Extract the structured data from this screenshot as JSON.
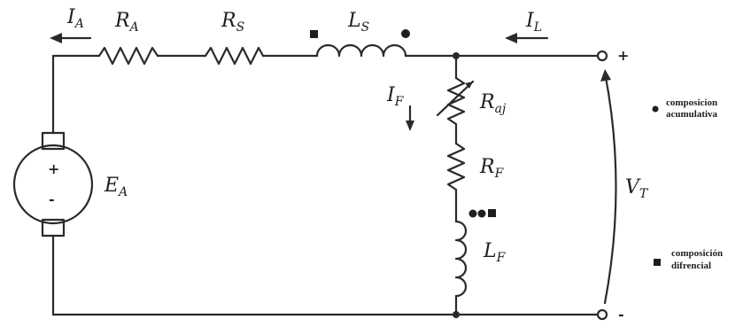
{
  "labels": {
    "ia": "I",
    "ia_sub": "A",
    "ra": "R",
    "ra_sub": "A",
    "rs": "R",
    "rs_sub": "S",
    "ls": "L",
    "ls_sub": "S",
    "il": "I",
    "il_sub": "L",
    "if": "I",
    "if_sub": "F",
    "raj": "R",
    "raj_sub": "aj",
    "rf": "R",
    "rf_sub": "F",
    "lf": "L",
    "lf_sub": "F",
    "ea": "E",
    "ea_sub": "A",
    "vt": "V",
    "vt_sub": "T",
    "plus_source": "+",
    "minus_source": "-",
    "plus_terminal": "+",
    "minus_terminal": "-"
  },
  "legend": {
    "cumulative_line1": "composicion",
    "cumulative_line2": "acumulativa",
    "differential_line1": "composición",
    "differential_line2": "difrencial"
  },
  "colors": {
    "wire": "#2a2a2a",
    "text": "#1e1e1e"
  }
}
